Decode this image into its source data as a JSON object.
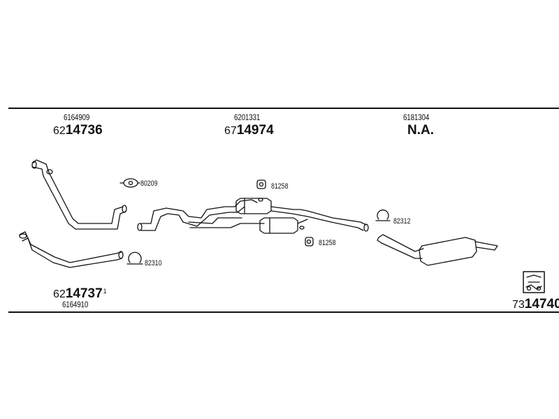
{
  "header_parts": [
    {
      "ref": "6164909",
      "prefix": "62",
      "number": "14736"
    },
    {
      "ref": "6201331",
      "prefix": "67",
      "number": "14974"
    },
    {
      "ref": "6181304",
      "label": "N.A."
    }
  ],
  "footer_left": {
    "prefix": "62",
    "number": "14737",
    "suffix": "1",
    "ref": "6164910"
  },
  "footer_right": {
    "prefix": "73",
    "number": "14740"
  },
  "clamps": [
    "80209",
    "81258",
    "81258",
    "82312",
    "82310"
  ]
}
